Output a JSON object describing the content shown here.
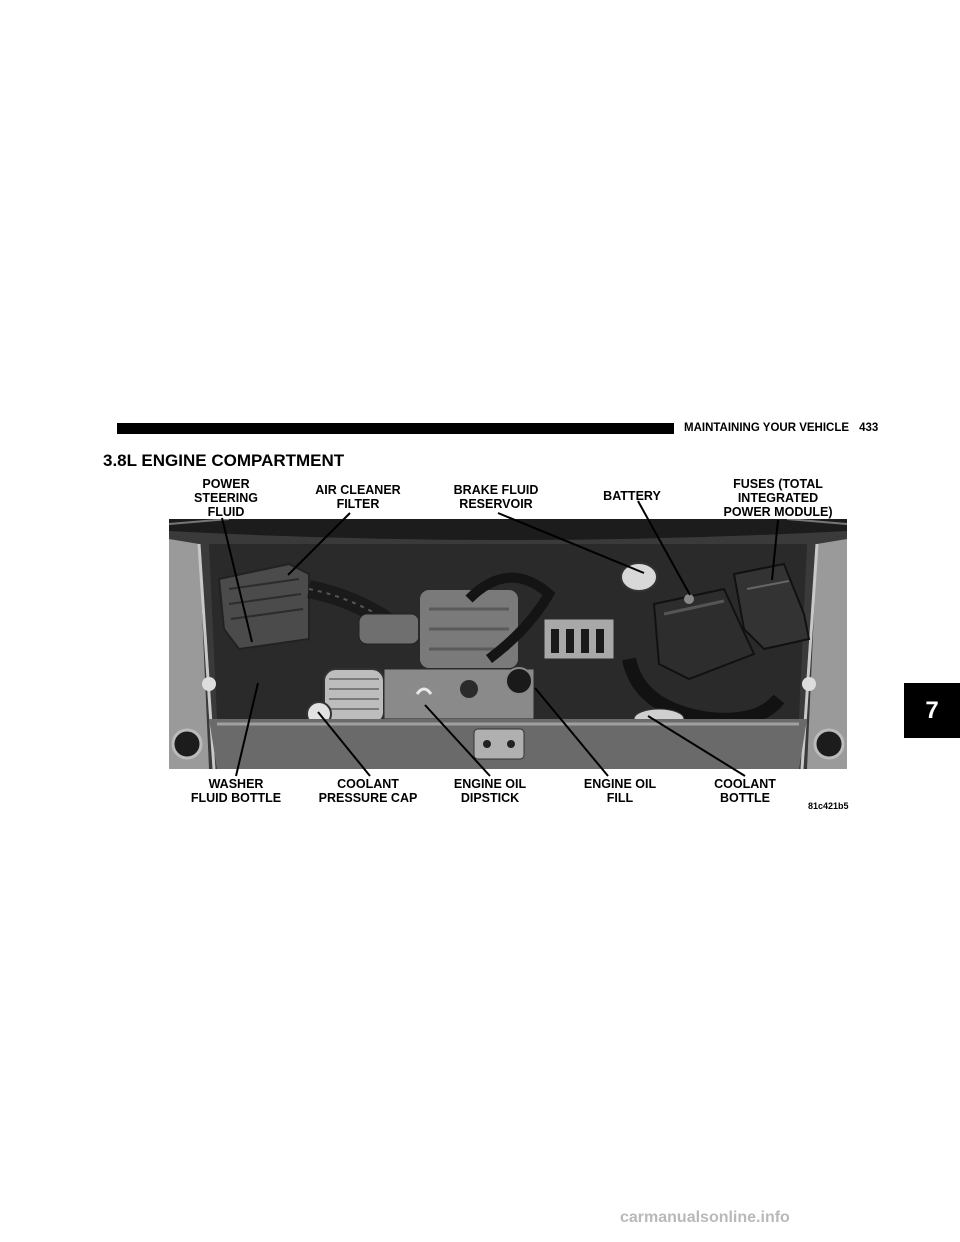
{
  "header": {
    "section": "MAINTAINING YOUR VEHICLE",
    "page_number": "433"
  },
  "section_title": "3.8L ENGINE COMPARTMENT",
  "labels": {
    "power_steering_fluid": "POWER\nSTEERING\nFLUID",
    "air_cleaner_filter": "AIR CLEANER\nFILTER",
    "brake_fluid_reservoir": "BRAKE FLUID\nRESERVOIR",
    "battery": "BATTERY",
    "fuses": "FUSES (TOTAL\nINTEGRATED\nPOWER MODULE)",
    "washer_fluid_bottle": "WASHER\nFLUID BOTTLE",
    "coolant_pressure_cap": "COOLANT\nPRESSURE CAP",
    "engine_oil_dipstick": "ENGINE OIL\nDIPSTICK",
    "engine_oil_fill": "ENGINE OIL\nFILL",
    "coolant_bottle": "COOLANT\nBOTTLE"
  },
  "figure_code": "81c421b5",
  "chapter_tab": "7",
  "watermark": "carmanualsonline.info"
}
